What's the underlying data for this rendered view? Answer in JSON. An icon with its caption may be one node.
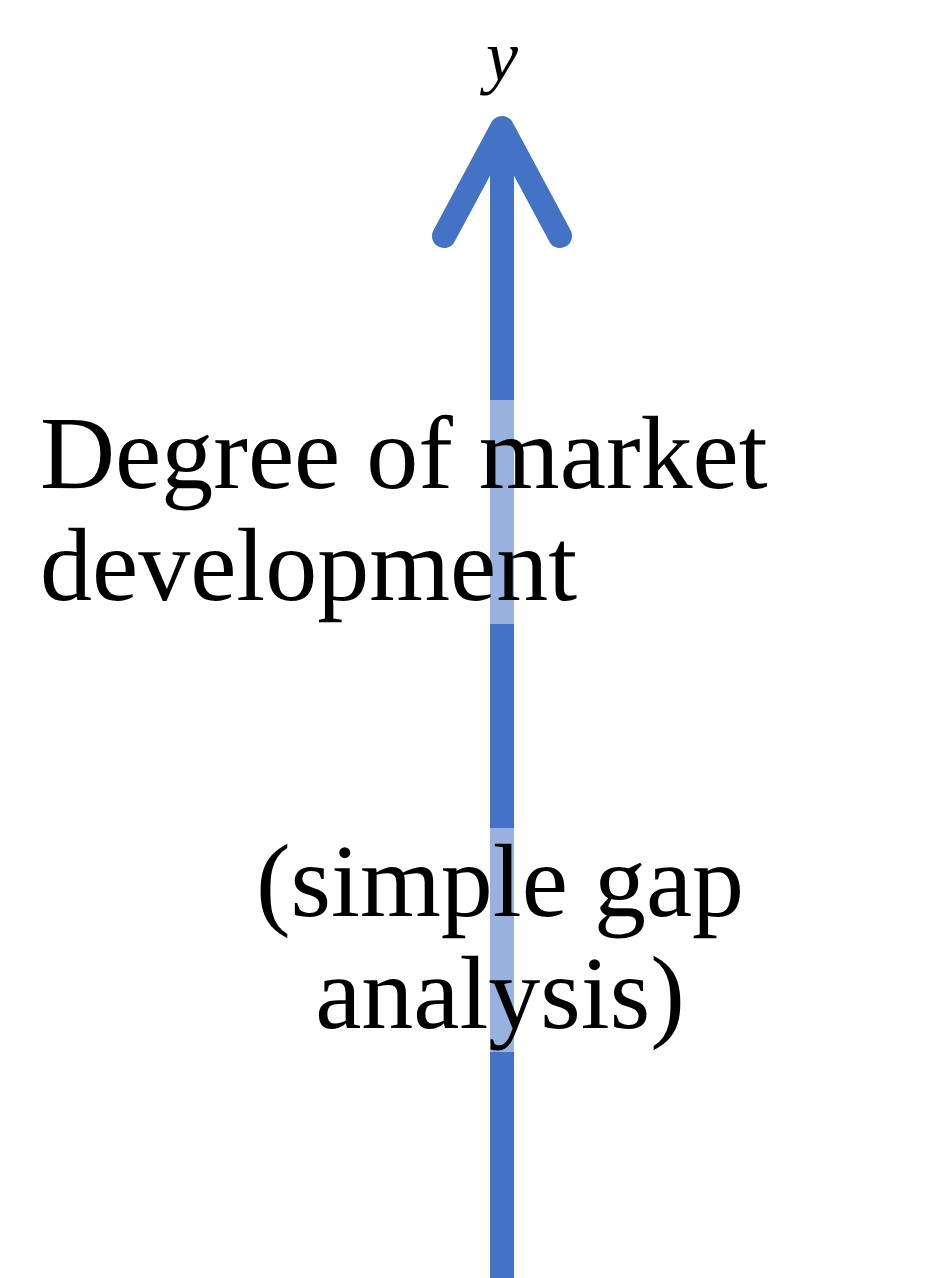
{
  "diagram": {
    "labels": [
      "y",
      "Degree of market development",
      "(simple gap analysis)"
    ]
  }
}
